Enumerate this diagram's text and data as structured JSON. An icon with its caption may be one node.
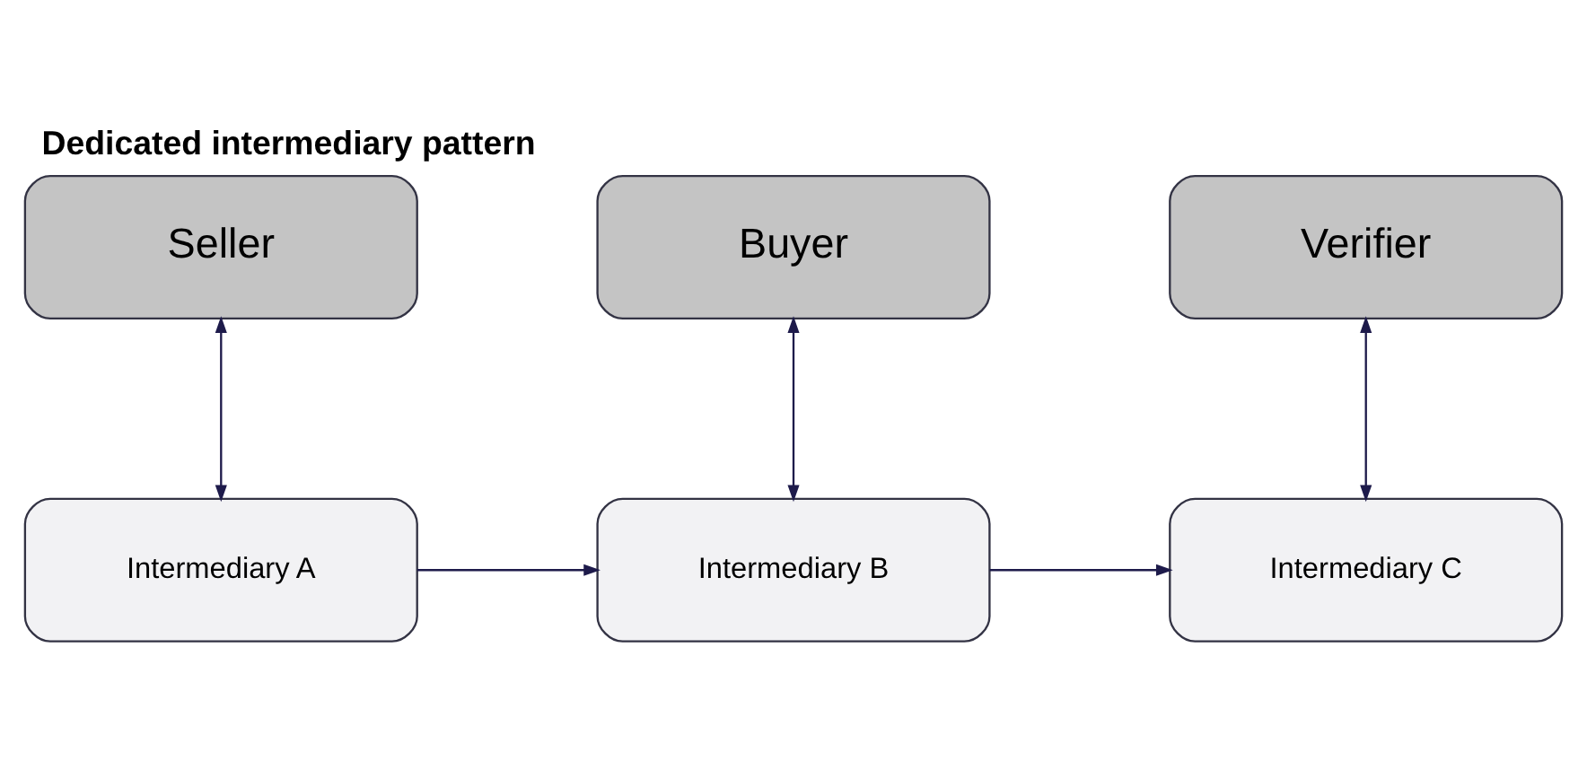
{
  "diagram": {
    "title": "Dedicated intermediary pattern",
    "nodes": [
      {
        "text": [
          "Seller"
        ]
      },
      {
        "text": [
          "Buyer"
        ]
      },
      {
        "text": [
          "Verifier"
        ]
      },
      {
        "text": [
          "Intermediary A"
        ]
      },
      {
        "text": [
          "Intermediary B"
        ]
      },
      {
        "text": [
          "Intermediary C"
        ]
      }
    ],
    "edges": [
      {
        "from": 0,
        "to": 3,
        "arrow": "both"
      },
      {
        "from": 1,
        "to": 4,
        "arrow": "both"
      },
      {
        "from": 2,
        "to": 5,
        "arrow": "both"
      },
      {
        "from": 3,
        "to": 4,
        "arrow": "to"
      },
      {
        "from": 4,
        "to": 5,
        "arrow": "to"
      }
    ]
  }
}
